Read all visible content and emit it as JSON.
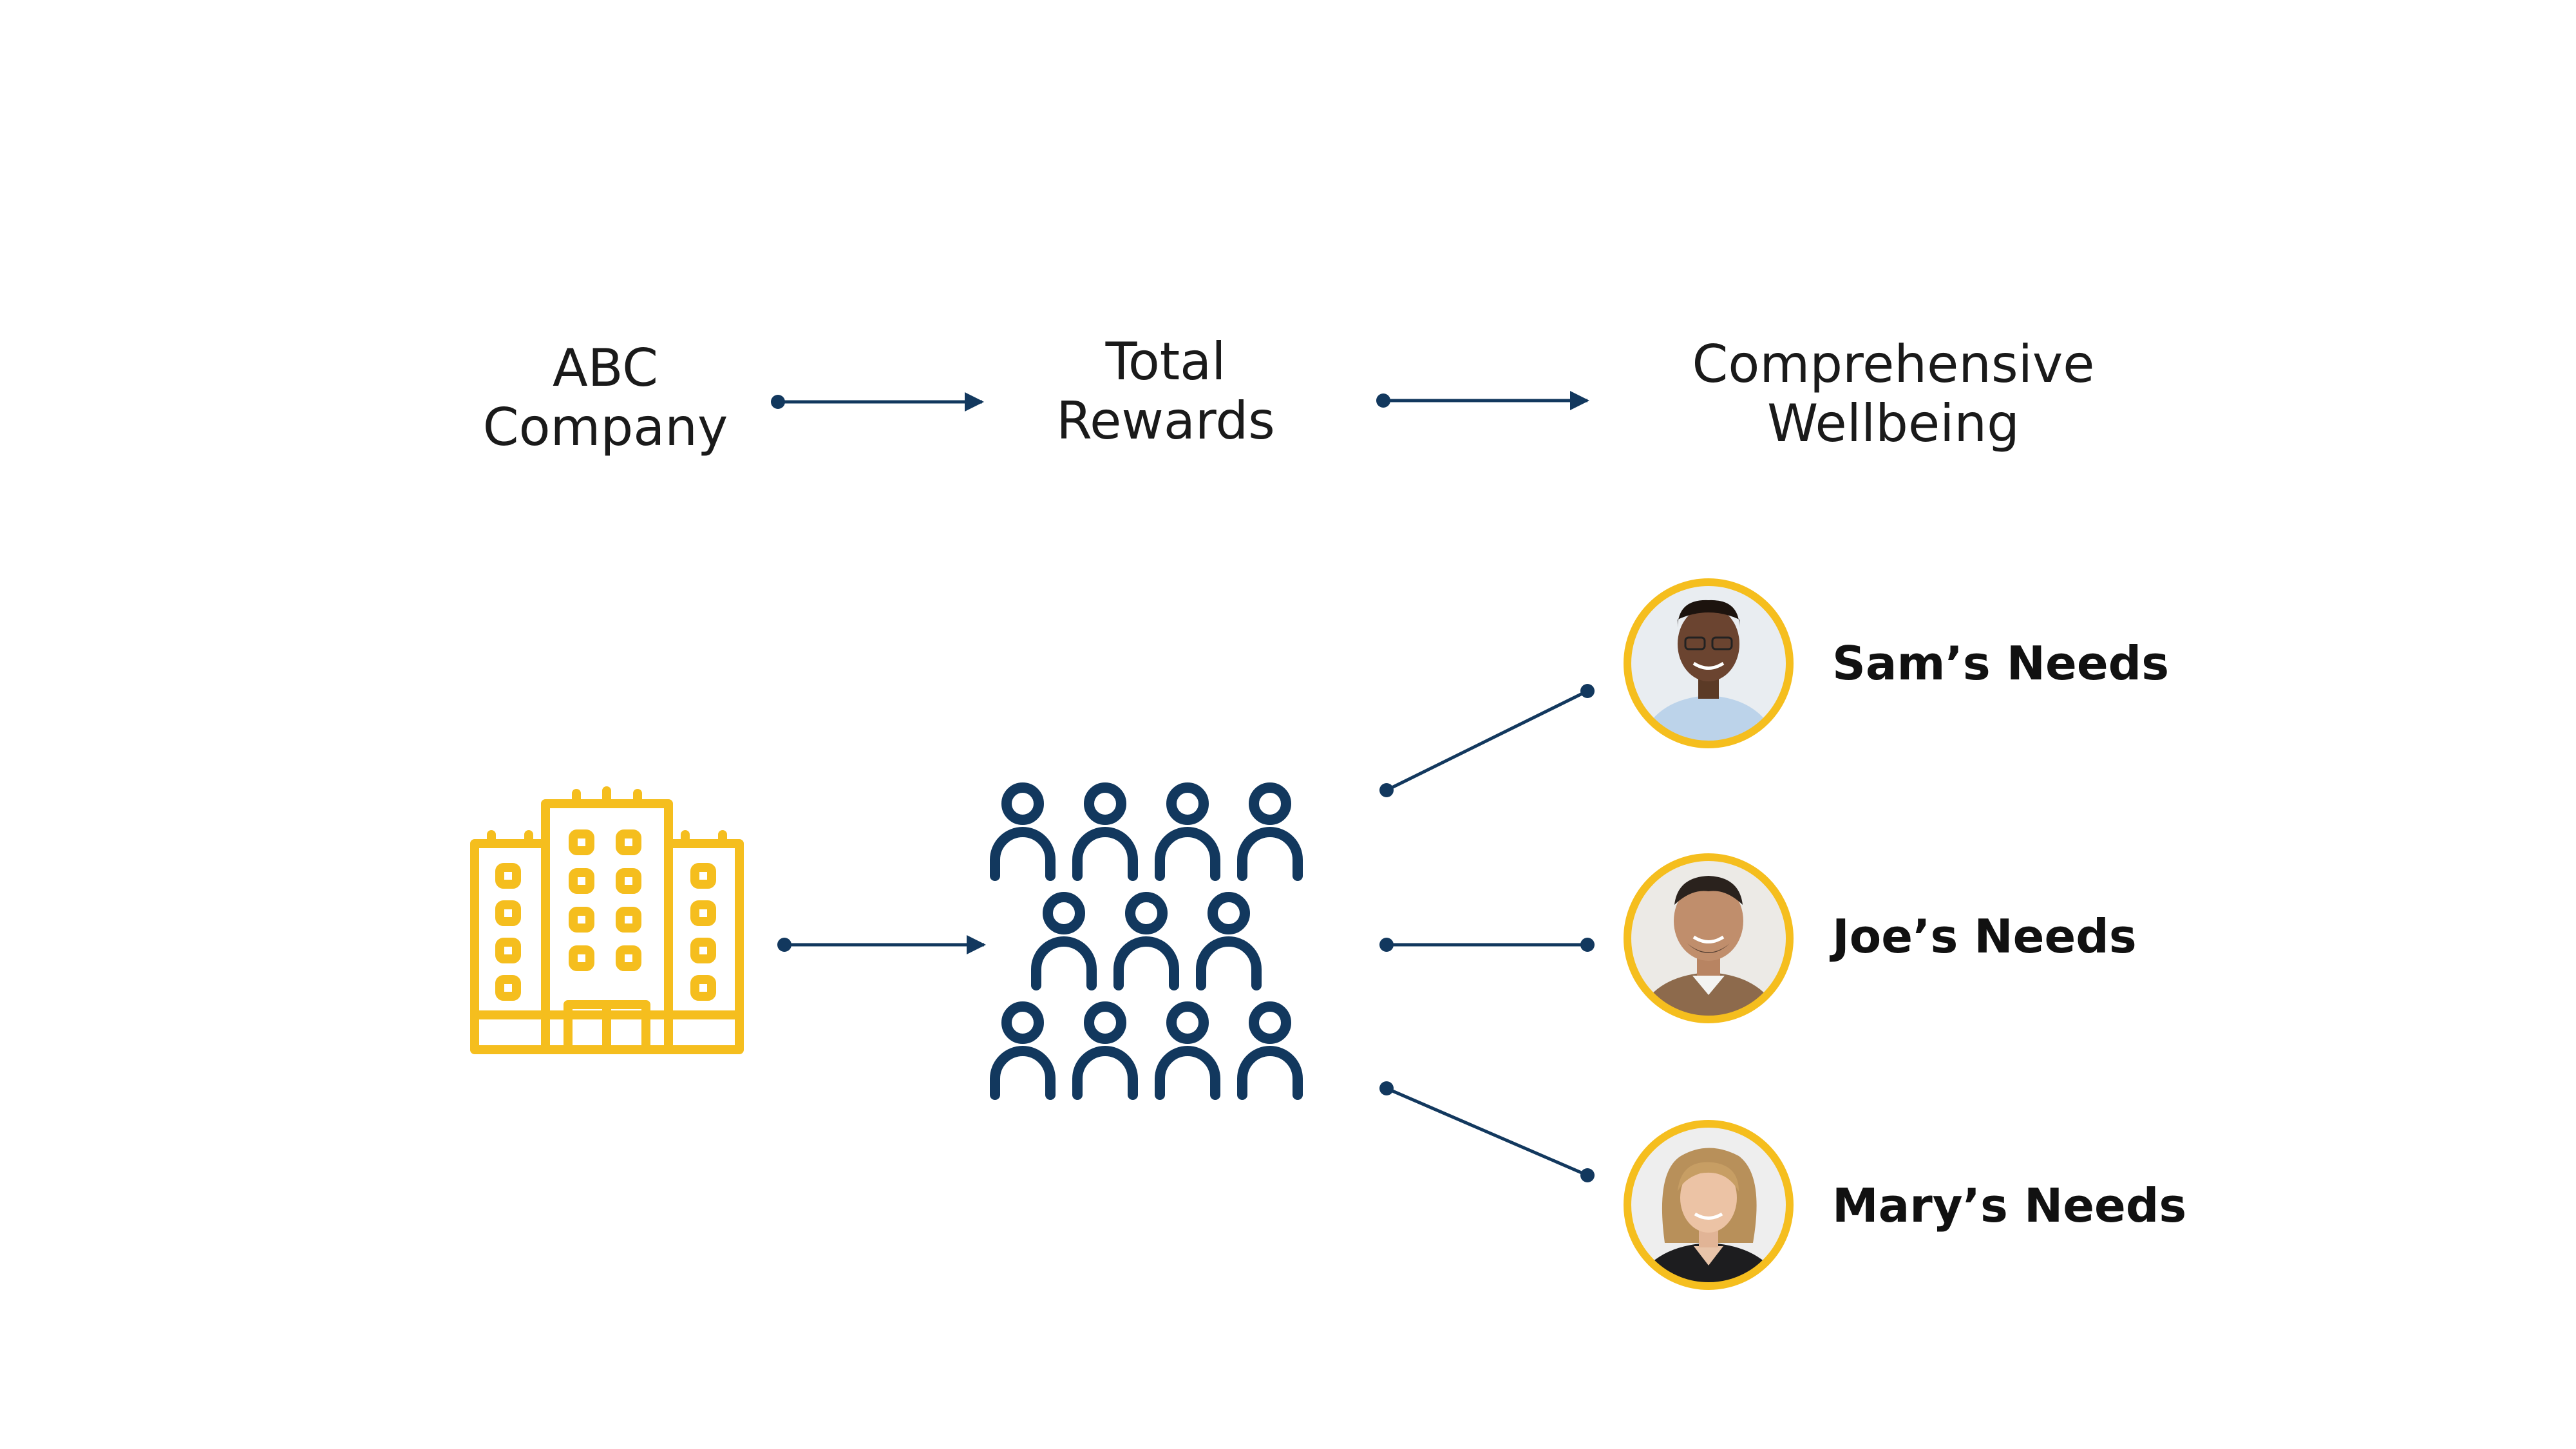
{
  "diagram": {
    "headings": {
      "company": "ABC\nCompany",
      "rewards": "Total\nRewards",
      "wellbeing": "Comprehensive\nWellbeing"
    },
    "people": [
      {
        "label": "Sam’s Needs"
      },
      {
        "label": "Joe’s Needs"
      },
      {
        "label": "Mary’s Needs"
      }
    ],
    "icons": {
      "building": "office-building-icon",
      "employees": "group-of-people-icon",
      "avatars": "person-photo-avatar"
    },
    "colors": {
      "accent_yellow": "#F5BE1E",
      "navy": "#12385E",
      "text": "#1a1a1a"
    }
  }
}
